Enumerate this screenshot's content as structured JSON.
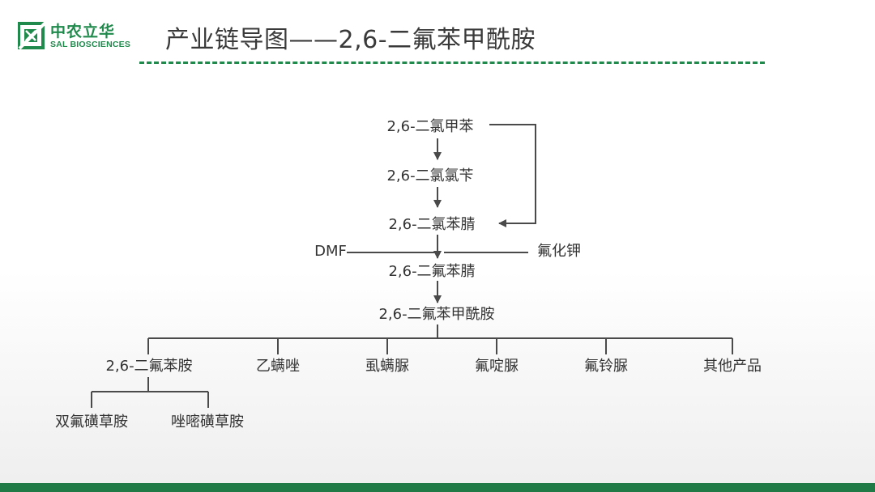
{
  "logo": {
    "name_cn": "中农立华",
    "name_en": "SAL BIOSCIENCES",
    "color": "#1f8a4c"
  },
  "title": "产业链导图——2,6-二氟苯甲酰胺",
  "colors": {
    "accent": "#1f8a4c",
    "bottom_bar": "#1f7a45",
    "line": "#4a4a4a",
    "text": "#333333"
  },
  "nodes": {
    "dichlorotoluene": "2,6-二氯甲苯",
    "dichlorobenzyl_chloride": "2,6-二氯氯苄",
    "dichlorobenzonitrile": "2,6-二氯苯腈",
    "dmf": "DMF",
    "potassium_fluoride": "氟化钾",
    "difluorobenzonitrile": "2,6-二氟苯腈",
    "difluorobenzamide": "2,6-二氟苯甲酰胺",
    "products": [
      "2,6-二氟苯胺",
      "乙螨唑",
      "虱螨脲",
      "氟啶脲",
      "氟铃脲",
      "其他产品"
    ],
    "sub_products": [
      "双氟磺草胺",
      "唑嘧磺草胺"
    ]
  }
}
